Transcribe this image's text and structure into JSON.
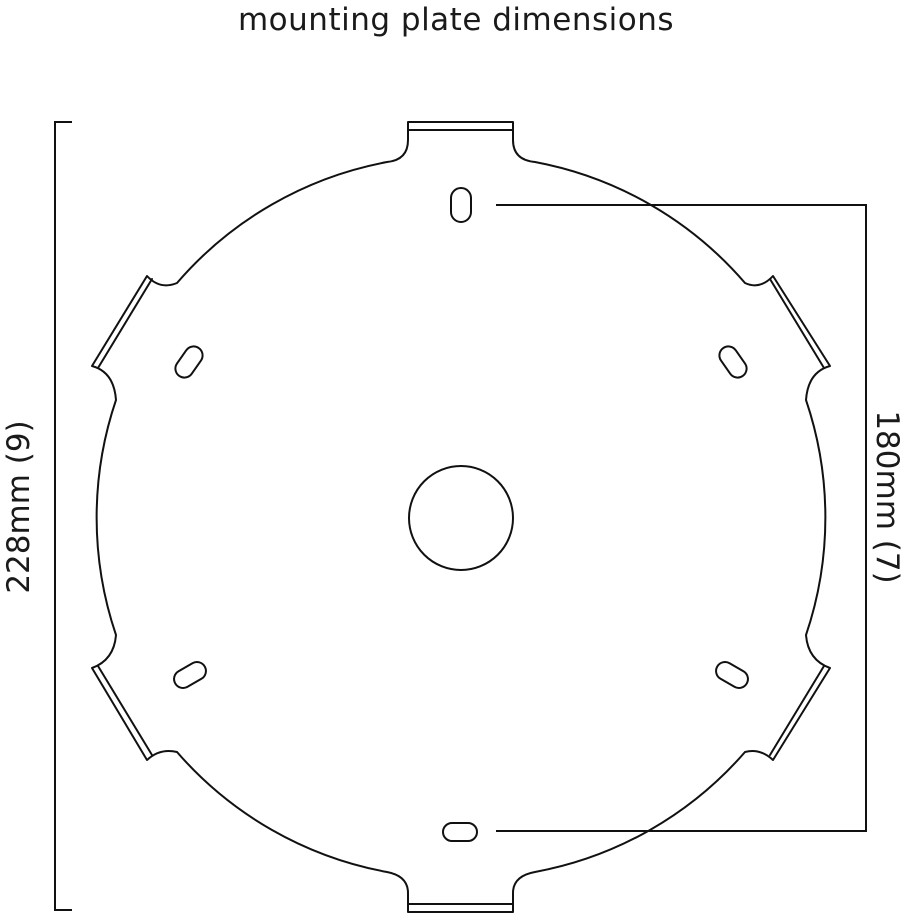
{
  "title": "mounting plate dimensions",
  "dimensions": {
    "overall_label": "228mm (9)",
    "hole_spacing_label": "180mm (7)"
  }
}
